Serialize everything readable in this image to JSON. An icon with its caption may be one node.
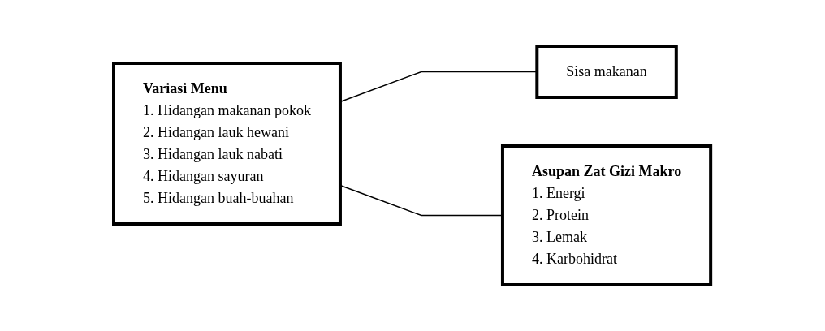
{
  "diagram": {
    "nodes": [
      {
        "text": [
          "Variasi Menu",
          "1. Hidangan makanan pokok",
          "2. Hidangan lauk hewani",
          "3. Hidangan lauk nabati",
          "4. Hidangan sayuran",
          "5. Hidangan buah-buahan"
        ]
      },
      {
        "text": [
          "Sisa makanan"
        ]
      },
      {
        "text": [
          "Asupan Zat Gizi Makro",
          "1. Energi",
          "2. Protein",
          "3. Lemak",
          "4. Karbohidrat"
        ]
      }
    ],
    "edges": [
      {
        "from": 0,
        "to": 1,
        "arrow": "none"
      },
      {
        "from": 0,
        "to": 2,
        "arrow": "none"
      }
    ]
  }
}
